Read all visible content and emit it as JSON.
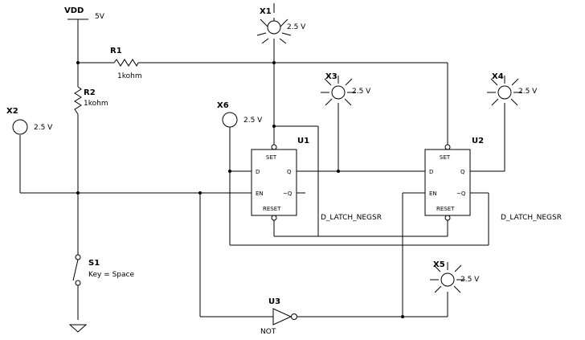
{
  "supply": {
    "name": "VDD",
    "value": "5V"
  },
  "resistors": [
    {
      "ref": "R1",
      "value": "1kohm"
    },
    {
      "ref": "R2",
      "value": "1kohm"
    }
  ],
  "probes": [
    {
      "ref": "X1",
      "value": "2.5 V",
      "lit": true
    },
    {
      "ref": "X2",
      "value": "2.5 V",
      "lit": false
    },
    {
      "ref": "X3",
      "value": "2.5 V",
      "lit": true
    },
    {
      "ref": "X4",
      "value": "2.5 V",
      "lit": true
    },
    {
      "ref": "X5",
      "value": "2.5 V",
      "lit": true
    },
    {
      "ref": "X6",
      "value": "2.5 V",
      "lit": false
    }
  ],
  "latches": [
    {
      "ref": "U1",
      "type": "D_LATCH_NEGSR",
      "pins": {
        "set": "SET",
        "reset": "RESET",
        "d": "D",
        "en": "EN",
        "q": "Q",
        "qn": "~Q"
      }
    },
    {
      "ref": "U2",
      "type": "D_LATCH_NEGSR",
      "pins": {
        "set": "SET",
        "reset": "RESET",
        "d": "D",
        "en": "EN",
        "q": "Q",
        "qn": "~Q"
      }
    }
  ],
  "gate": {
    "ref": "U3",
    "type": "NOT"
  },
  "switch": {
    "ref": "S1",
    "key": "Key = Space"
  }
}
